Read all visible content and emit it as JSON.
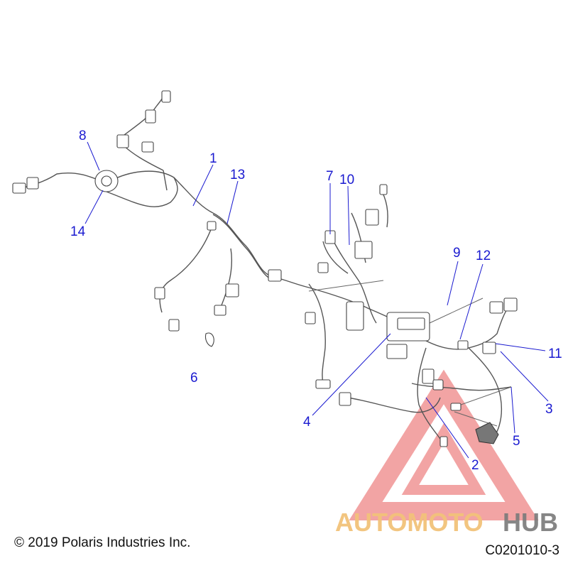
{
  "callouts": [
    {
      "id": "c1",
      "label": "1"
    },
    {
      "id": "c2",
      "label": "2"
    },
    {
      "id": "c3",
      "label": "3"
    },
    {
      "id": "c4",
      "label": "4"
    },
    {
      "id": "c5",
      "label": "5"
    },
    {
      "id": "c6",
      "label": "6"
    },
    {
      "id": "c7",
      "label": "7"
    },
    {
      "id": "c8",
      "label": "8"
    },
    {
      "id": "c9",
      "label": "9"
    },
    {
      "id": "c10",
      "label": "10"
    },
    {
      "id": "c11",
      "label": "11"
    },
    {
      "id": "c12",
      "label": "12"
    },
    {
      "id": "c13",
      "label": "13"
    },
    {
      "id": "c14",
      "label": "14"
    }
  ],
  "watermark": {
    "part1": "AUTOMOTO",
    "part2": "HUB",
    "color_primary": "#f2c27a",
    "color_secondary": "#e85a5a",
    "color_hub": "#7a7a7a"
  },
  "footer": {
    "copyright": "© 2019 Polaris Industries Inc.",
    "drawing_id": "C0201010-3"
  },
  "colors": {
    "callout": "#1a1ad0",
    "line": "#555555"
  }
}
